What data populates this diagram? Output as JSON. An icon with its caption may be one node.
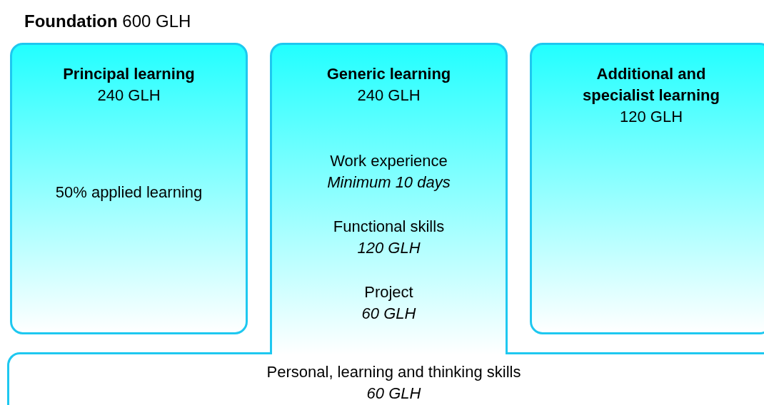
{
  "diagram": {
    "title": "**Foundation** 600 GLH",
    "nodes": [
      {
        "text": [
          "Principal learning",
          "240 GLH",
          "50% applied learning"
        ]
      },
      {
        "text": [
          "Generic learning",
          "240 GLH",
          "Work experience",
          "Minimum 10 days",
          "Functional skills",
          "120 GLH",
          "Project",
          "60 GLH"
        ]
      },
      {
        "text": [
          "Additional and specialist learning",
          "120 GLH"
        ]
      },
      {
        "text": [
          "Personal, learning and thinking skills",
          "60 GLH"
        ]
      }
    ]
  }
}
